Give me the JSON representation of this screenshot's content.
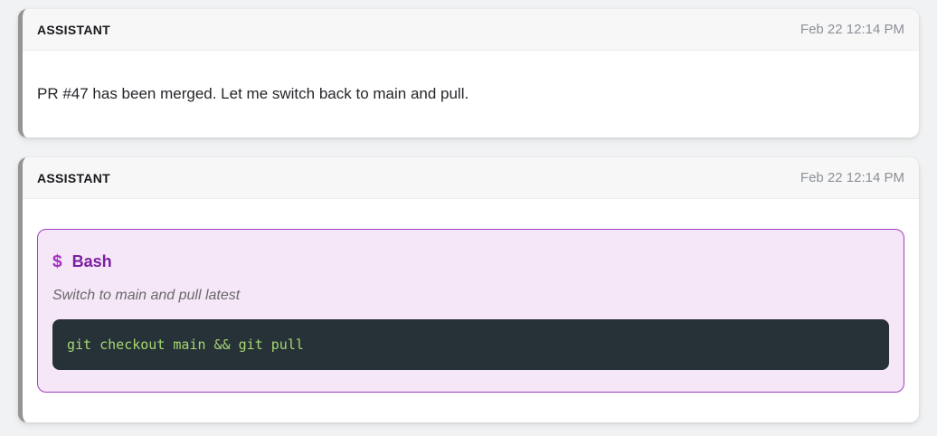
{
  "colors": {
    "page_background": "#f1f2f3",
    "card_background": "#ffffff",
    "card_header_background": "#f7f7f8",
    "card_left_accent": "#949494",
    "role_text": "#17191c",
    "timestamp_text": "#8b9096",
    "tool_box_background": "#f5e6f8",
    "tool_box_border": "#a13fbe",
    "prompt_symbol_text": "#a32cc4",
    "tool_name_text": "#7d1fa0",
    "description_text": "#696969",
    "code_background": "#263238",
    "code_text": "#a6d671"
  },
  "messages": [
    {
      "role_label": "ASSISTANT",
      "timestamp": "Feb 22 12:14 PM",
      "text": "PR #47 has been merged. Let me switch back to main and pull."
    },
    {
      "role_label": "ASSISTANT",
      "timestamp": "Feb 22 12:14 PM",
      "tool": {
        "prompt_symbol": "$",
        "name": "Bash",
        "description": "Switch to main and pull latest",
        "command": "git checkout main && git pull"
      }
    }
  ]
}
